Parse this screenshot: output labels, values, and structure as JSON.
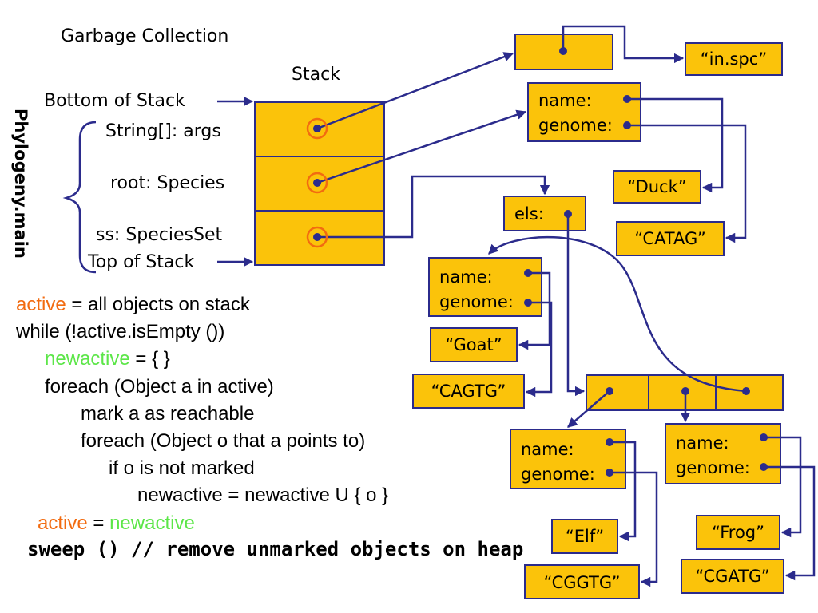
{
  "title": "Garbage Collection",
  "stack": {
    "header": "Stack",
    "bottom_label": "Bottom of Stack",
    "top_label": "Top of Stack",
    "frame_label": "Phylogeny.main",
    "vars": [
      "String[]: args",
      "root: Species",
      "ss: SpeciesSet"
    ]
  },
  "heap": {
    "in_spc": "“in.spc”",
    "root_obj": {
      "name": "name:",
      "genome": "genome:"
    },
    "duck": "“Duck”",
    "catag": "“CATAG”",
    "els": "els:",
    "goat_obj": {
      "name": "name:",
      "genome": "genome:"
    },
    "goat": "“Goat”",
    "cagtg": "“CAGTG”",
    "elf_obj": {
      "name": "name:",
      "genome": "genome:"
    },
    "elf": "“Elf”",
    "cggtg": "“CGGTG”",
    "frog_obj": {
      "name": "name:",
      "genome": "genome:"
    },
    "frog": "“Frog”",
    "cgatg": "“CGATG”"
  },
  "code": {
    "line1_kw": "active",
    "line1_rest": " = all objects on stack",
    "line2": "while (!active.isEmpty ())",
    "line3_kw": "newactive",
    "line3_rest": " = { }",
    "line4": "foreach (Object a in active)",
    "line5": "mark a as reachable",
    "line6": "foreach (Object o that a points to)",
    "line7": "if o is not marked",
    "line8": "newactive = newactive U { o }",
    "line9_kw1": "active",
    "line9_mid": " = ",
    "line9_kw2": "newactive",
    "line10": "sweep () // remove unmarked objects on heap"
  },
  "colors": {
    "box_fill": "#fbc30a",
    "outline": "#2b2b8c",
    "ring": "#f26b10",
    "kw_orange": "#f26b10",
    "kw_green": "#5ce648"
  }
}
